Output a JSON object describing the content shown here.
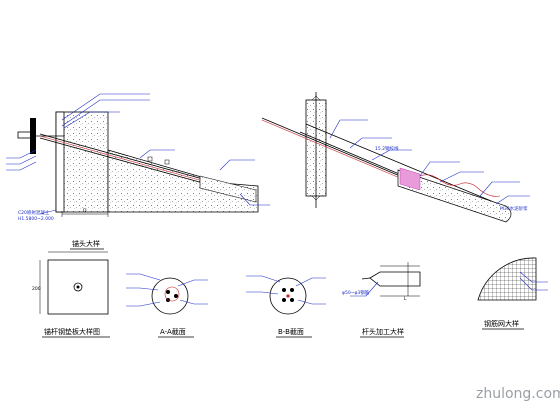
{
  "captions": {
    "anchor_head": "锚头大样",
    "anchor_plate": "锚杆钢垫板大样图",
    "section_a": "A-A截面",
    "section_b": "B-B截面",
    "bar_tip": "杆头加工大样",
    "mesh": "钢筋网大样"
  },
  "left_detail": {
    "grade_label": "C20喷射混凝土",
    "elev_label": "H1.5800~2.000",
    "dim_d": "D"
  },
  "right_detail": {
    "angle_label": "15.2钢绞线",
    "end_label": "M30水泥砂浆"
  },
  "plate": {
    "dim": "200"
  },
  "tip_detail": {
    "label_a": "φ50~φ3钢筋",
    "dim": "L"
  },
  "watermark": "zhulong.com",
  "colors": {
    "line": "#000000",
    "label": "#1d2ec9",
    "tendon": "#c8202a",
    "grout": "#e040c0"
  }
}
